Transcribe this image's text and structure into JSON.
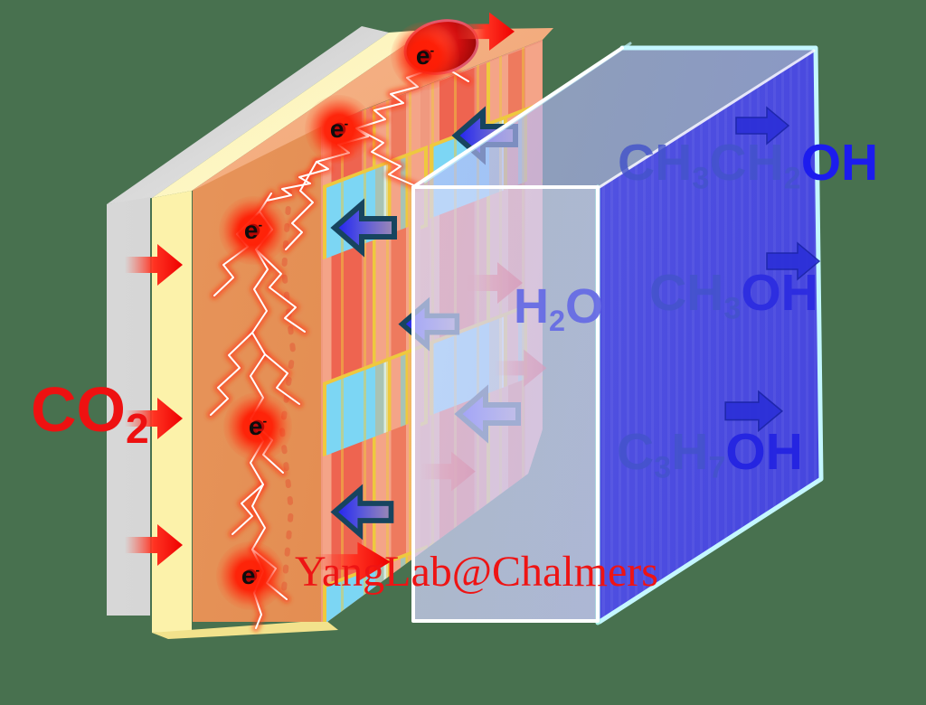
{
  "background_color": "#48714f",
  "colors": {
    "co2_red": "#ee1111",
    "vivid_blue_text": "#1c1cee",
    "muted_blue_text": "#4353c9",
    "water_blue_text": "#666ce4",
    "watermark_red": "#ee1414",
    "box_edge_cyan": "#c4f7ff",
    "box_edge_white": "#ffffff",
    "arrow_red": "#ee0000",
    "arrow_blue_fill": "#1f1ff2",
    "arrow_navy_outline": "#17445f",
    "gray_layer": "#cdcdcd",
    "yellow_layer": "#fdf3a8",
    "orange_layer": "#e08b50",
    "cyan_cell": "#7cd6f4",
    "glow_red": "#ff2d0f"
  },
  "reactant_label": {
    "main": "CO",
    "sub": "2"
  },
  "product_labels": {
    "ethanol": {
      "p1": "CH",
      "s1": "3",
      "p2": "CH",
      "s2": "2",
      "p3": "OH"
    },
    "methanol": {
      "p1": "CH",
      "s1": "3",
      "p2": "OH"
    },
    "propanol": {
      "p1": "C",
      "s1": "3",
      "p2": "H",
      "s2": "7",
      "p3": "OH"
    },
    "water": {
      "p1": "H",
      "s1": "2",
      "p2": "O"
    }
  },
  "electron_marker": {
    "symbol": "e",
    "charge": "-"
  },
  "watermark_text": "YangLab@Chalmers",
  "flow_arrows": {
    "co2_inflow_red": {
      "direction": "right",
      "count": 3
    },
    "internal_blue": {
      "direction": "left",
      "count": 5
    },
    "internal_red": {
      "direction": "right",
      "count": 5
    },
    "product_outflow_blue": {
      "direction": "right",
      "count": 3
    }
  }
}
